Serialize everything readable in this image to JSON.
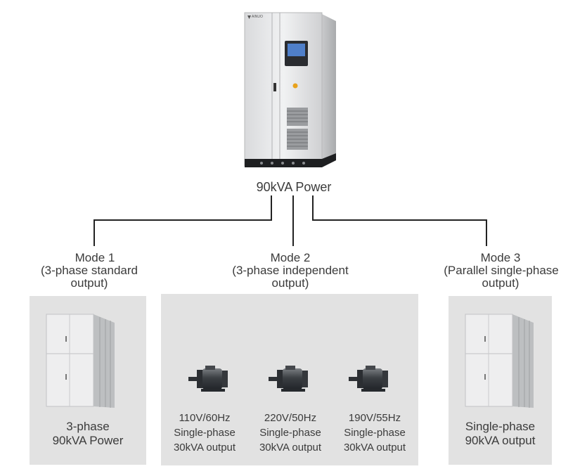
{
  "top": {
    "label": "90kVA Power",
    "brand": "AINUO"
  },
  "modes": [
    {
      "title": "Mode 1",
      "subtitle_lines": [
        "(3-phase standard",
        "output)"
      ],
      "caption_lines": [
        "3-phase",
        "90kVA Power"
      ]
    },
    {
      "title": "Mode 2",
      "subtitle_lines": [
        "(3-phase independent",
        "output)"
      ]
    },
    {
      "title": "Mode 3",
      "subtitle_lines": [
        "(Parallel single-phase",
        "output)"
      ],
      "caption_lines": [
        "Single-phase",
        "90kVA output"
      ]
    }
  ],
  "motors": [
    {
      "lines": [
        "110V/60Hz",
        "Single-phase",
        "30kVA output"
      ]
    },
    {
      "lines": [
        "220V/50Hz",
        "Single-phase",
        "30kVA output"
      ]
    },
    {
      "lines": [
        "190V/55Hz",
        "Single-phase",
        "30kVA output"
      ]
    }
  ]
}
